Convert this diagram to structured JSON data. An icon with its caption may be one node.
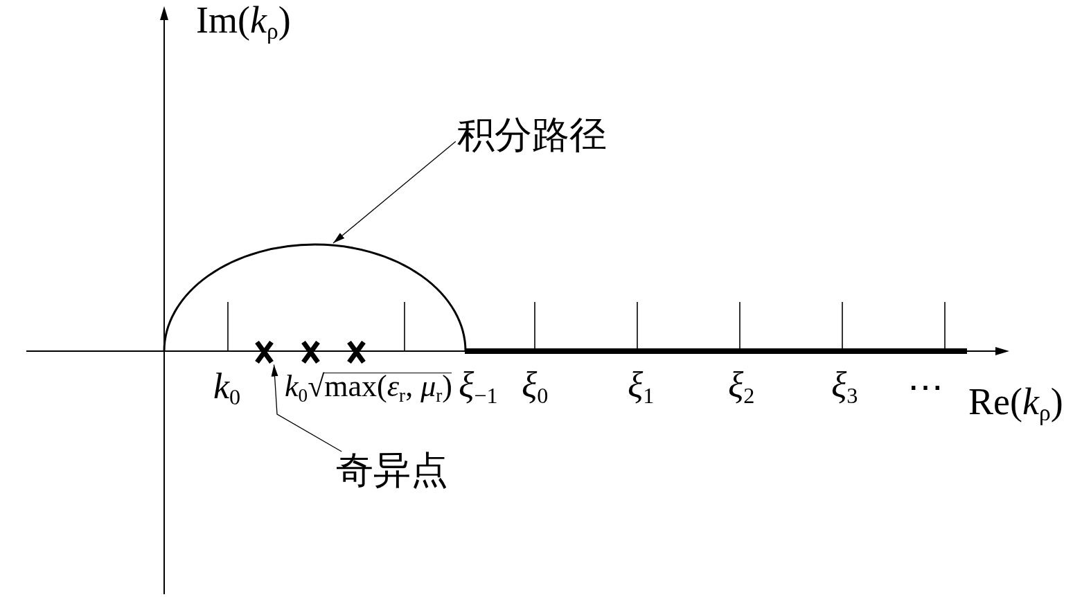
{
  "diagram": {
    "nodes": [
      {
        "text": [
          "积分路径"
        ]
      },
      {
        "text": [],
        "shape": "arc"
      },
      {
        "text": [],
        "shape": "cross"
      },
      {
        "text": [],
        "shape": "cross"
      },
      {
        "text": [],
        "shape": "cross"
      },
      {
        "text": [
          "奇异点"
        ]
      }
    ],
    "edges": [
      {
        "from": 0,
        "to": 1,
        "arrow": "to"
      },
      {
        "from": 5,
        "to": 2,
        "arrow": "to"
      }
    ],
    "labels": [
      "Im(*k*$_{ρ}$)",
      "*k*$_{0}$",
      "*k*$_{0}$√max(*ε*$_{r}$, *μ*$_{r}$)",
      "*ξ*$_{−1}$",
      "*ξ*$_{0}$",
      "*ξ*$_{1}$",
      "*ξ*$_{2}$",
      "*ξ*$_{3}$",
      "⋯",
      "Re(*k*$_{ρ}$)"
    ]
  }
}
